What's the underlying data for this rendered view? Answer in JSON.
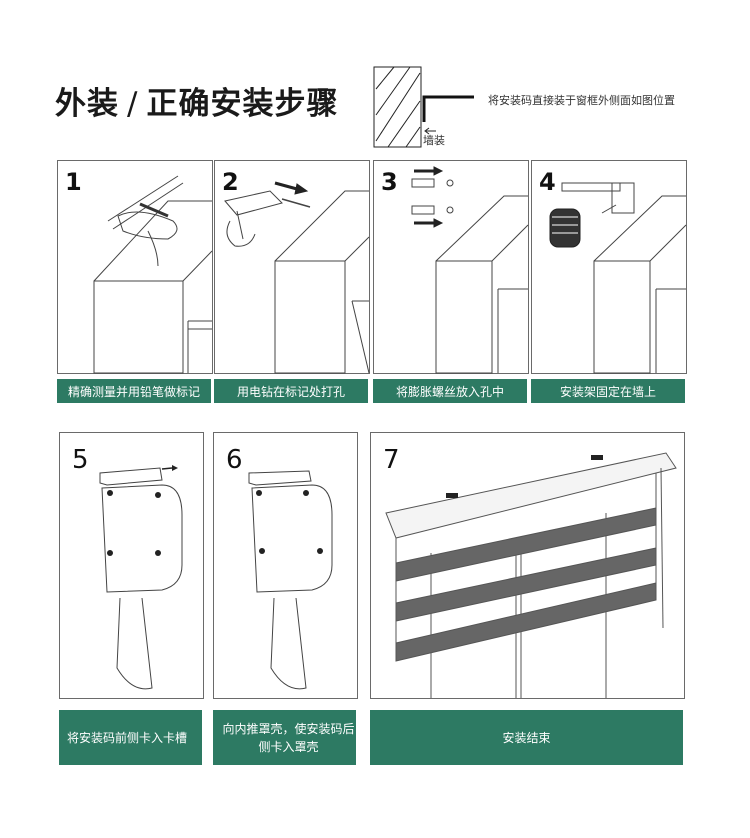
{
  "header": {
    "title_left": "外装",
    "title_slash": "/",
    "title_right": "正确安装步骤",
    "note": "将安装码直接装于窗框外侧面如图位置",
    "wall_label": "墙装"
  },
  "steps": [
    {
      "number": "1",
      "caption": "精确测量并用铅笔做标记"
    },
    {
      "number": "2",
      "caption": "用电钻在标记处打孔"
    },
    {
      "number": "3",
      "caption": "将膨胀螺丝放入孔中"
    },
    {
      "number": "4",
      "caption": "安装架固定在墙上"
    },
    {
      "number": "5",
      "caption": "将安装码前侧卡入卡槽"
    },
    {
      "number": "6",
      "caption": "向内推罩壳，使安装码后侧卡入罩壳"
    },
    {
      "number": "7",
      "caption": "安装结束"
    }
  ],
  "colors": {
    "accent_green": "#2d7a63",
    "arrow": "#222222"
  }
}
